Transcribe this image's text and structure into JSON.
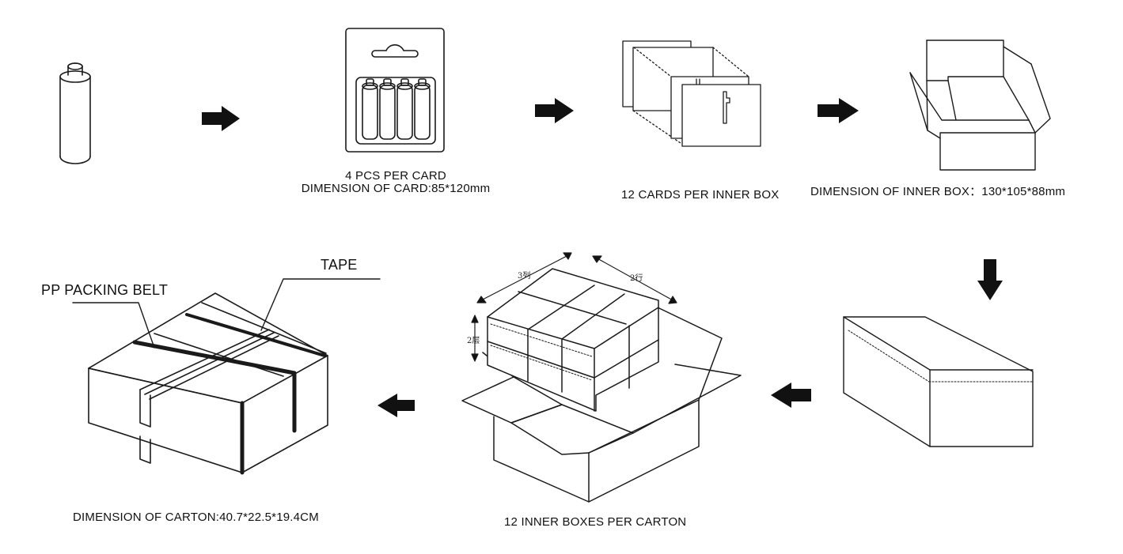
{
  "steps": {
    "card": {
      "line1": "4  PCS PER CARD",
      "line2": "DIMENSION OF CARD:85*120mm"
    },
    "inner_box_count": "12 CARDS PER INNER BOX",
    "inner_box_dimension": "DIMENSION  OF  INNER  BOX：130*105*88mm",
    "carton_count": "12 INNER BOXES PER CARTON",
    "carton_dimension": "DIMENSION OF CARTON:40.7*22.5*19.4CM"
  },
  "callouts": {
    "tape": "TAPE",
    "belt": "PP PACKING BELT"
  },
  "stack_labels": {
    "columns": "3列",
    "rows": "2行",
    "layers": "2层"
  },
  "colors": {
    "line": "#1a1a1a",
    "arrow": "#111111"
  }
}
